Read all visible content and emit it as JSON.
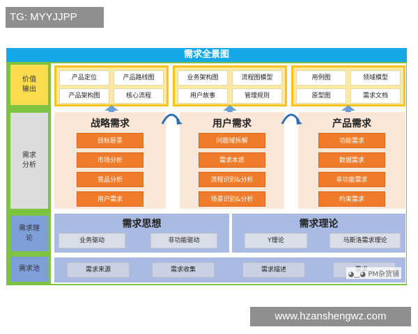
{
  "tag": "TG: MYYJJPP",
  "title": "需求全景图",
  "side": {
    "value": "价值\n输出",
    "analysis": "需求\n分析",
    "theory": "需求理\n论",
    "pool": "需求池"
  },
  "values": [
    [
      "产品定位",
      "产品路线图",
      "产品架构图",
      "核心流程"
    ],
    [
      "业务架构图",
      "流程图模型",
      "用户故事",
      "管理规则"
    ],
    [
      "用例图",
      "领域模型",
      "原型图",
      "需求文档"
    ]
  ],
  "analysis": [
    {
      "title": "战略需求",
      "items": [
        "目标愿景",
        "市场分析",
        "竞品分析",
        "用户需求"
      ]
    },
    {
      "title": "用户需求",
      "items": [
        "问题域拆解",
        "需求本质",
        "流程识别&分析",
        "场景识别&分析"
      ]
    },
    {
      "title": "产品需求",
      "items": [
        "功能需求",
        "数据需求",
        "非功能需求",
        "约束需求"
      ]
    }
  ],
  "theory": [
    {
      "title": "需求思想",
      "items": [
        "业务驱动",
        "非功能驱动"
      ]
    },
    {
      "title": "需求理论",
      "items": [
        "Y理论",
        "马斯洛需求理论"
      ]
    }
  ],
  "pool": [
    "需求来源",
    "需求收集",
    "需求描述",
    "需求..."
  ],
  "watermark": "PM杂货铺",
  "url": "www.hzanshengwz.com",
  "colors": {
    "title_bar": "#15a7e6",
    "frame": "#7ec242",
    "value_border": "#f7c31c",
    "analysis_item": "#ee7c2b",
    "theory_bg": "#a9bbe3"
  }
}
